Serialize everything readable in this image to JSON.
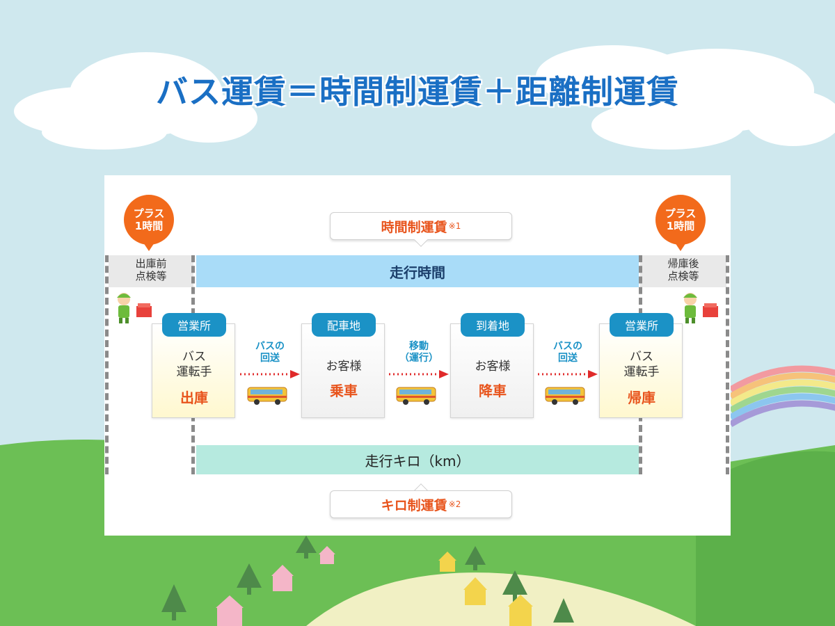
{
  "title": "バス運賃＝時間制運賃＋距離制運賃",
  "time_fare": {
    "label": "時間制運賃",
    "note": "※1"
  },
  "km_fare": {
    "label": "キロ制運賃",
    "note": "※2"
  },
  "running_time_label": "走行時間",
  "running_km_label": "走行キロ（km）",
  "left_badge": {
    "line1": "プラス",
    "line2": "1時間"
  },
  "right_badge": {
    "line1": "プラス",
    "line2": "1時間"
  },
  "left_prep": {
    "line1": "出庫前",
    "line2": "点検等"
  },
  "right_prep": {
    "line1": "帰庫後",
    "line2": "点検等"
  },
  "stops": [
    {
      "tag": "営業所",
      "line1": "バス",
      "line2": "運転手",
      "emphasis": "出庫"
    },
    {
      "tag": "配車地",
      "line1": "お客様",
      "line2": "",
      "emphasis": "乗車"
    },
    {
      "tag": "到着地",
      "line1": "お客様",
      "line2": "",
      "emphasis": "降車"
    },
    {
      "tag": "営業所",
      "line1": "バス",
      "line2": "運転手",
      "emphasis": "帰庫"
    }
  ],
  "moves": [
    {
      "line1": "バスの",
      "line2": "回送"
    },
    {
      "line1": "移動",
      "line2": "（運行）"
    },
    {
      "line1": "バスの",
      "line2": "回送"
    }
  ],
  "colors": {
    "sky": "#cfe8ee",
    "title_blue": "#1a6fc4",
    "accent_orange": "#e8541c",
    "badge_orange": "#f26a1b",
    "tag_blue": "#1b92c6",
    "time_band": "#a9dcf8",
    "km_band": "#b6eadf",
    "grass": "#6cbf55"
  },
  "icons": [
    "bus-icon",
    "mechanic-icon",
    "toolbox-icon",
    "house-icon",
    "tree-icon",
    "rainbow-icon",
    "cloud-icon"
  ]
}
